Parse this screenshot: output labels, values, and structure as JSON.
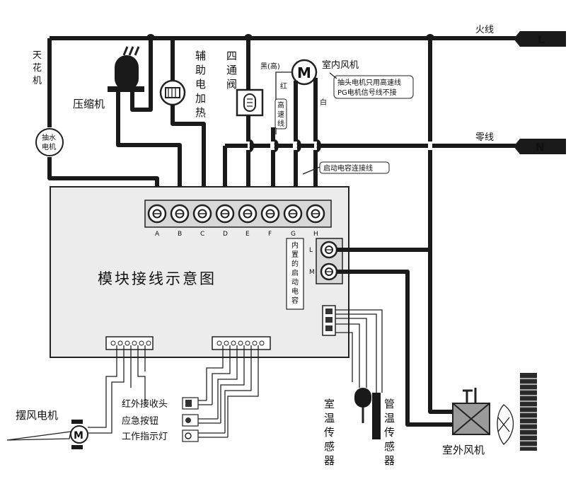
{
  "lines": {
    "live": "火线",
    "live_plug": "L",
    "neutral": "零线",
    "neutral_plug": "N"
  },
  "components": {
    "ceiling_machine": "天花机",
    "pump_motor": [
      "抽水",
      "电机"
    ],
    "compressor": "压缩机",
    "aux_heater": [
      "辅",
      "助",
      "电",
      "加",
      "热"
    ],
    "four_way_valve": [
      "四",
      "通",
      "阀"
    ],
    "indoor_fan": "室内风机",
    "fan_black_high": "黑(高)",
    "fan_red": "红",
    "fan_white": "白",
    "high_speed_line": [
      "高",
      "速",
      "线"
    ],
    "fan_note": [
      "抽头电机只用高速线",
      "PG电机信号线不接"
    ],
    "start_cap_wire": "启动电容连接线",
    "internal_cap": [
      "内",
      "置",
      "的",
      "启",
      "动",
      "电",
      "容"
    ],
    "swing_motor": "摆风电机",
    "ir_receiver": "红外接收头",
    "emergency_button": "应急按钮",
    "work_indicator": "工作指示灯",
    "room_sensor": [
      "室",
      "温",
      "传",
      "感",
      "器"
    ],
    "pipe_sensor": [
      "管",
      "温",
      "传",
      "感",
      "器"
    ],
    "outdoor_fan": "室外风机"
  },
  "board": {
    "title": "模块接线示意图",
    "terminals": [
      "A",
      "B",
      "C",
      "D",
      "E",
      "F",
      "G",
      "H"
    ],
    "cap_terminals": [
      "L",
      "M"
    ]
  }
}
